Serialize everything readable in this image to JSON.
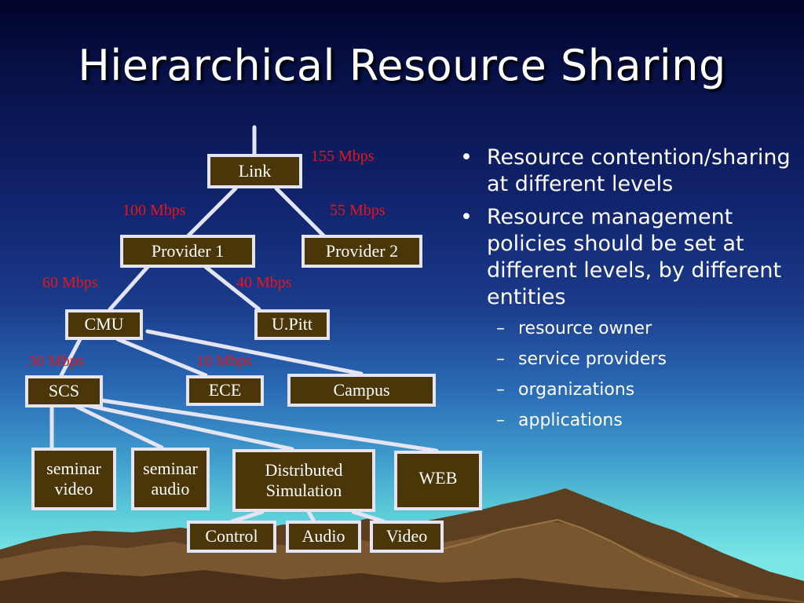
{
  "title": "Hierarchical Resource Sharing",
  "diagram": {
    "nodes": {
      "link": "Link",
      "provider1": "Provider 1",
      "provider2": "Provider 2",
      "cmu": "CMU",
      "upitt": "U.Pitt",
      "scs": "SCS",
      "ece": "ECE",
      "campus": "Campus",
      "seminar_video": [
        "seminar",
        "video"
      ],
      "seminar_audio": [
        "seminar",
        "audio"
      ],
      "distributed_simulation": [
        "Distributed",
        "Simulation"
      ],
      "web": "WEB",
      "control": "Control",
      "audio": "Audio",
      "video": "Video"
    },
    "bandwidths": {
      "link": "155 Mbps",
      "provider1": "100 Mbps",
      "provider2": "55 Mbps",
      "cmu": "60 Mbps",
      "upitt": "40 Mbps",
      "scs": "30 Mbps",
      "ece": "10 Mbps"
    }
  },
  "bullets": [
    {
      "text": "Resource contention/sharing at different levels"
    },
    {
      "text": "Resource management policies should be set at different levels, by different entities",
      "sub": [
        "resource owner",
        "service providers",
        "organizations",
        "applications"
      ]
    }
  ],
  "colors": {
    "node_fill": "#4a3608",
    "node_border": "#e4e4f2",
    "bandwidth_text": "#e41818",
    "edge": "#e4e4f2"
  }
}
